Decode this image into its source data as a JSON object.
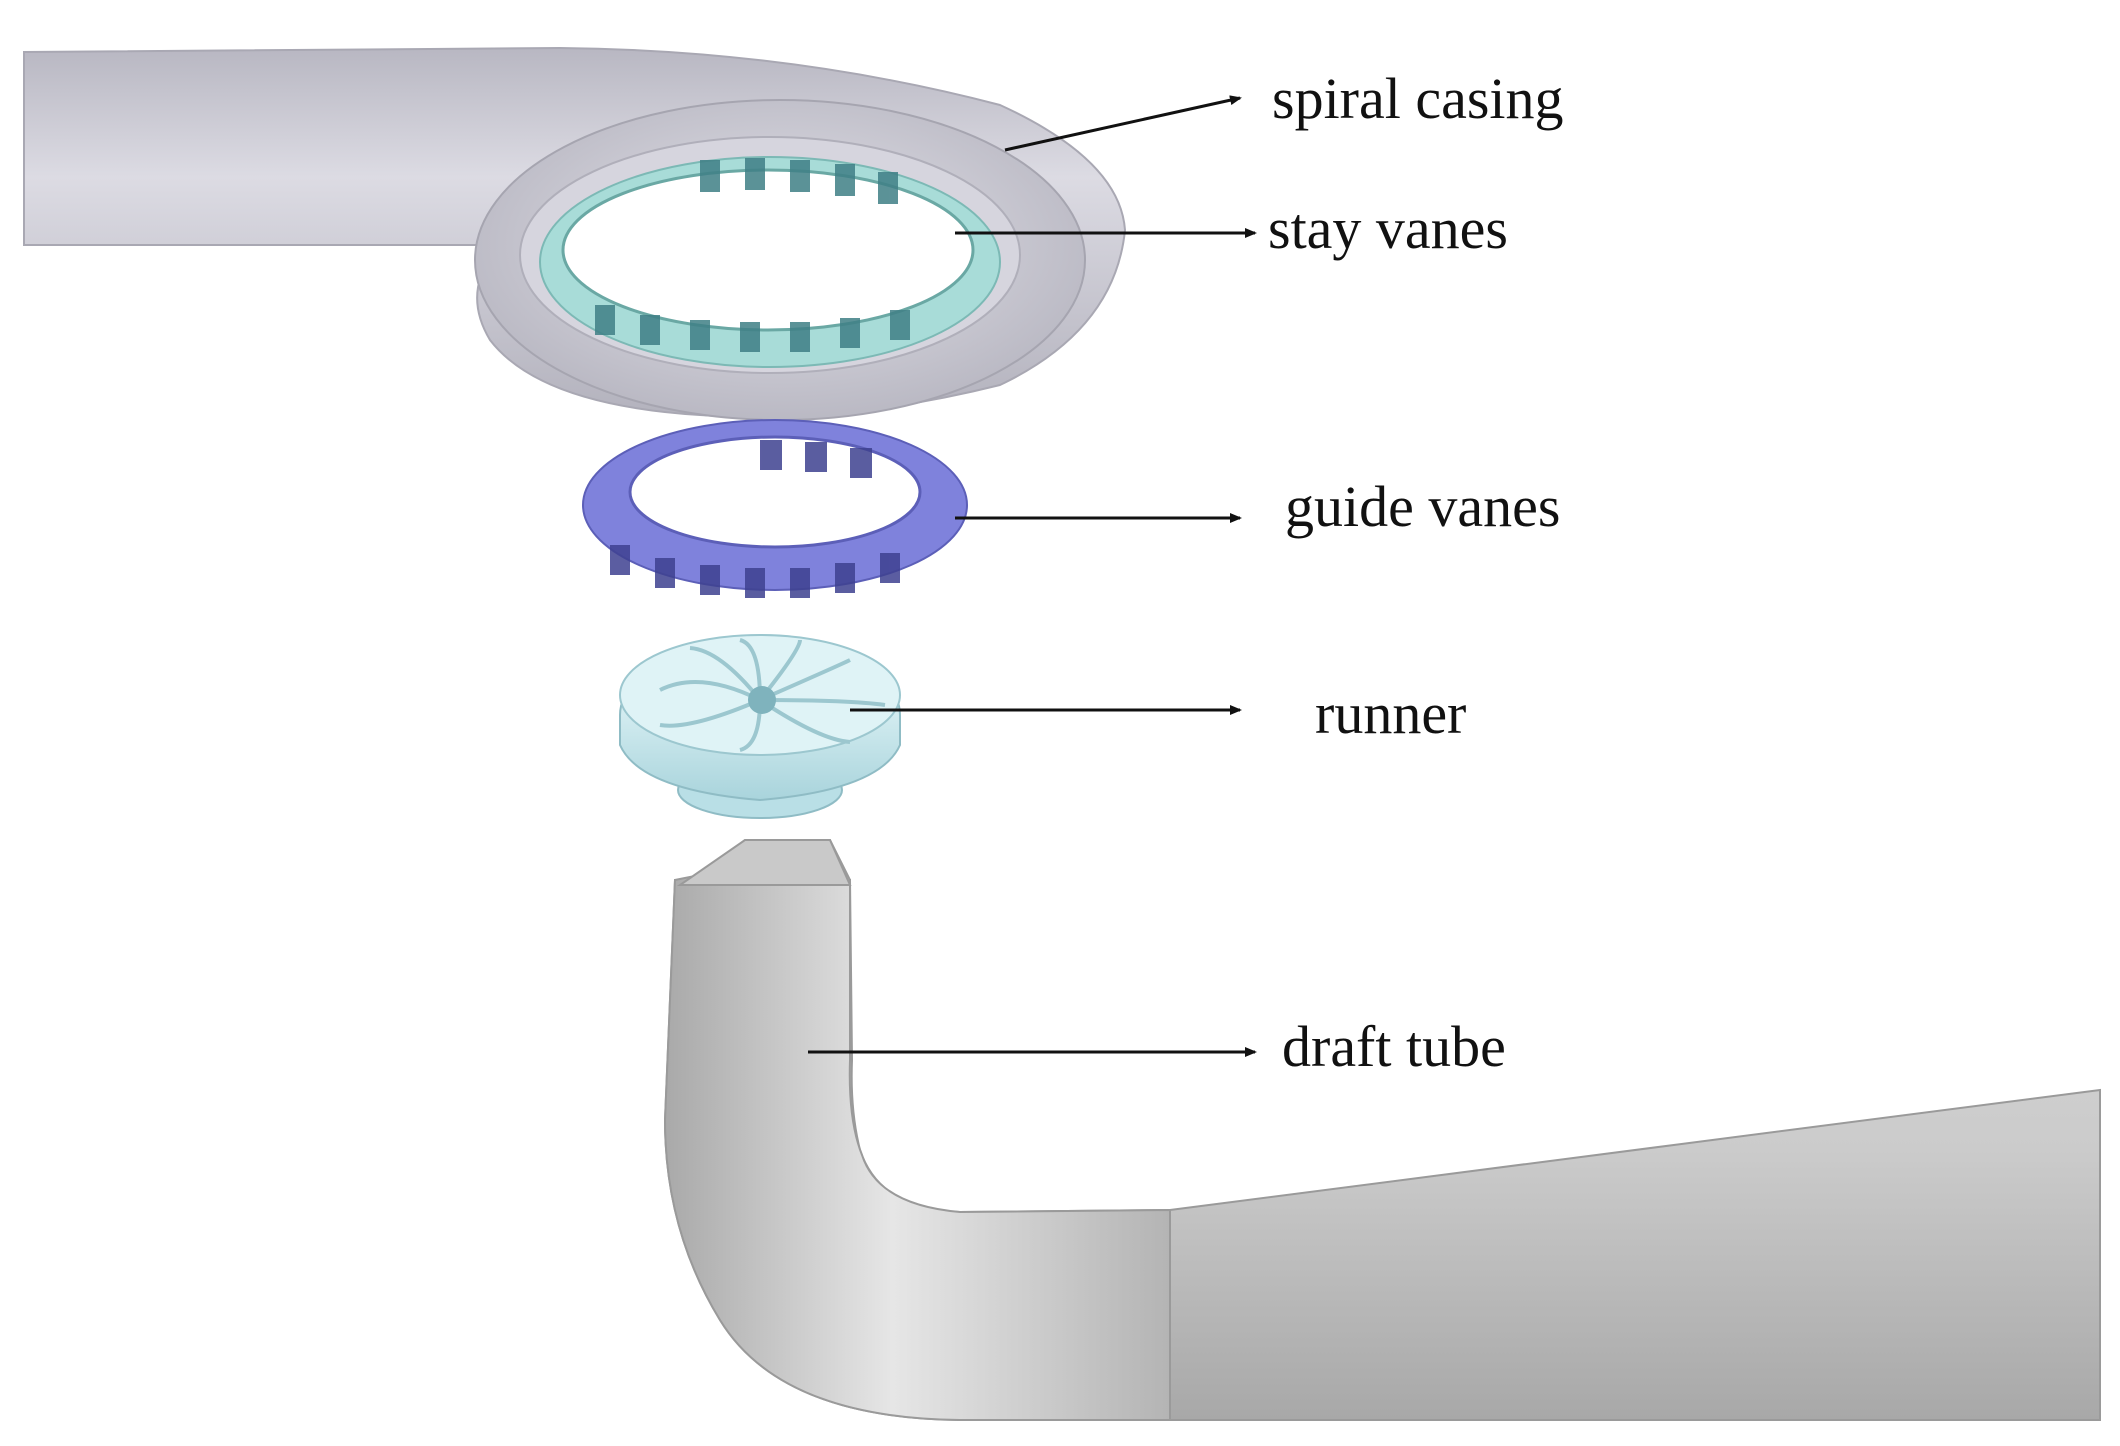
{
  "labels": {
    "spiral_casing": "spiral casing",
    "stay_vanes": "stay vanes",
    "guide_vanes": "guide vanes",
    "runner": "runner",
    "draft_tube": "draft tube"
  },
  "colors": {
    "casing": "#c9c8d2",
    "stay_vanes": "#9fd6d2",
    "guide_vanes": "#7f82dc",
    "runner": "#cfeef2",
    "draft_tube": "#c4c4c4",
    "arrow": "#111111",
    "background": "#ffffff"
  }
}
